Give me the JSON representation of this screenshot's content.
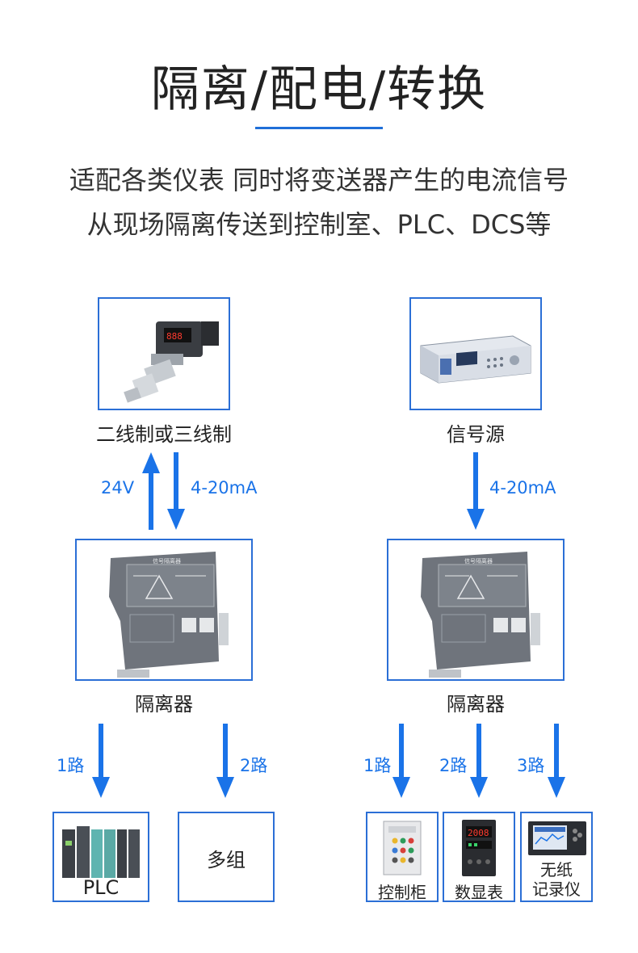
{
  "title": "隔离/配电/转换",
  "subtitle_line1": "适配各类仪表  同时将变送器产生的电流信号",
  "subtitle_line2": "从现场隔离传送到控制室、PLC、DCS等",
  "left": {
    "source_label": "二线制或三线制",
    "up_label": "24V",
    "down_label": "4-20mA",
    "isolator_label": "隔离器",
    "isolator_device_title": "信号隔离器",
    "route1": "1路",
    "route2": "2路",
    "out1_label": "PLC",
    "out2_label": "多组"
  },
  "right": {
    "source_label": "信号源",
    "down_label": "4-20mA",
    "isolator_label": "隔离器",
    "isolator_device_title": "信号隔离器",
    "route1": "1路",
    "route2": "2路",
    "route3": "3路",
    "out1_label": "控制柜",
    "out2_label": "数显表",
    "out3_label_line1": "无纸",
    "out3_label_line2": "记录仪",
    "meter_display": "2008"
  },
  "colors": {
    "accent": "#1a73e8",
    "box_border": "#2b6fd6",
    "device_gray": "#7a7f87"
  }
}
